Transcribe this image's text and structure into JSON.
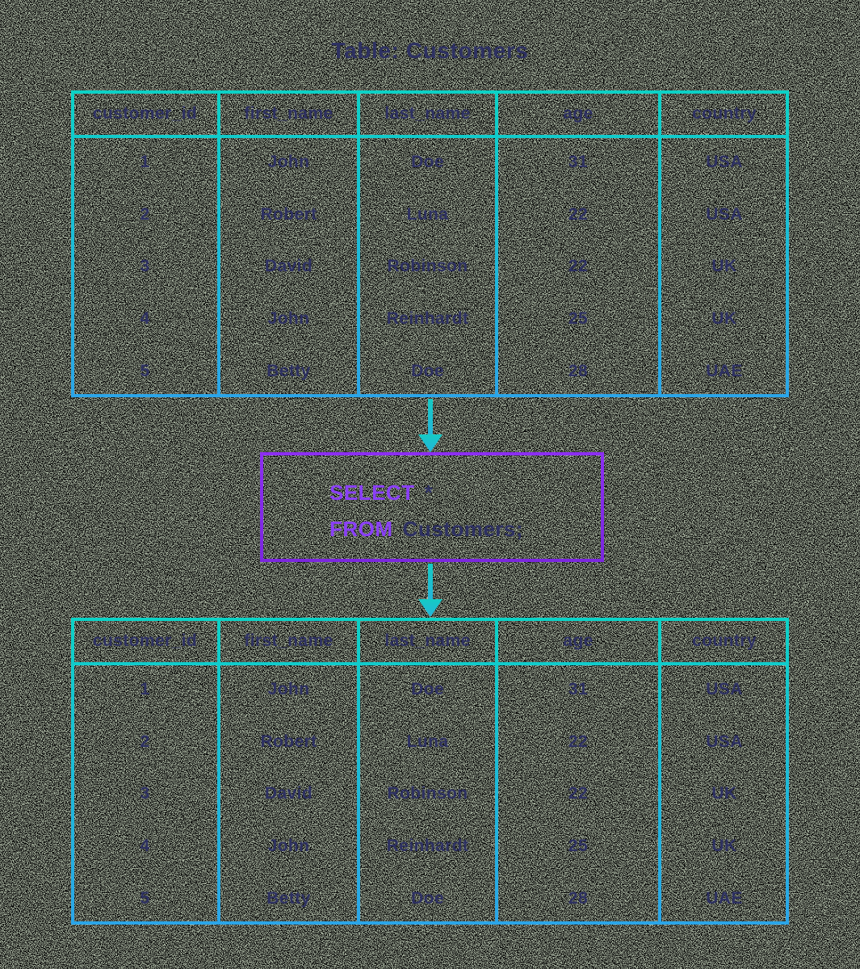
{
  "title": "Table: Customers",
  "sql": {
    "select_keyword": "SELECT",
    "select_argument": "*",
    "from_keyword": "FROM",
    "from_argument": "Customers;"
  },
  "source_table": {
    "headers": [
      "customer_id",
      "first_name",
      "last_name",
      "age",
      "country"
    ],
    "rows": [
      [
        "1",
        "John",
        "Doe",
        "31",
        "USA"
      ],
      [
        "2",
        "Robert",
        "Luna",
        "22",
        "USA"
      ],
      [
        "3",
        "David",
        "Robinson",
        "22",
        "UK"
      ],
      [
        "4",
        "John",
        "Reinhardt",
        "25",
        "UK"
      ],
      [
        "5",
        "Betty",
        "Doe",
        "28",
        "UAE"
      ]
    ]
  },
  "result_table": {
    "headers": [
      "customer_id",
      "first_name",
      "last_name",
      "age",
      "country"
    ],
    "rows": [
      [
        "1",
        "John",
        "Doe",
        "31",
        "USA"
      ],
      [
        "2",
        "Robert",
        "Luna",
        "22",
        "USA"
      ],
      [
        "3",
        "David",
        "Robinson",
        "22",
        "UK"
      ],
      [
        "4",
        "John",
        "Reinhardt",
        "25",
        "UK"
      ],
      [
        "5",
        "Betty",
        "Doe",
        "28",
        "UAE"
      ]
    ]
  },
  "colors": {
    "text_navy": "#2e3162",
    "kw_purple": "#8a3ff7",
    "box_purple_top": "#8c2ef2",
    "box_purple_bottom": "#7b27df",
    "table_teal": "#0cd2c6",
    "table_blue": "#2ba5e8",
    "arrow_top": "#14cbc4",
    "arrow_bottom": "#25b4da",
    "background_green": "#5d6c55",
    "background_speckle": "#000000"
  }
}
